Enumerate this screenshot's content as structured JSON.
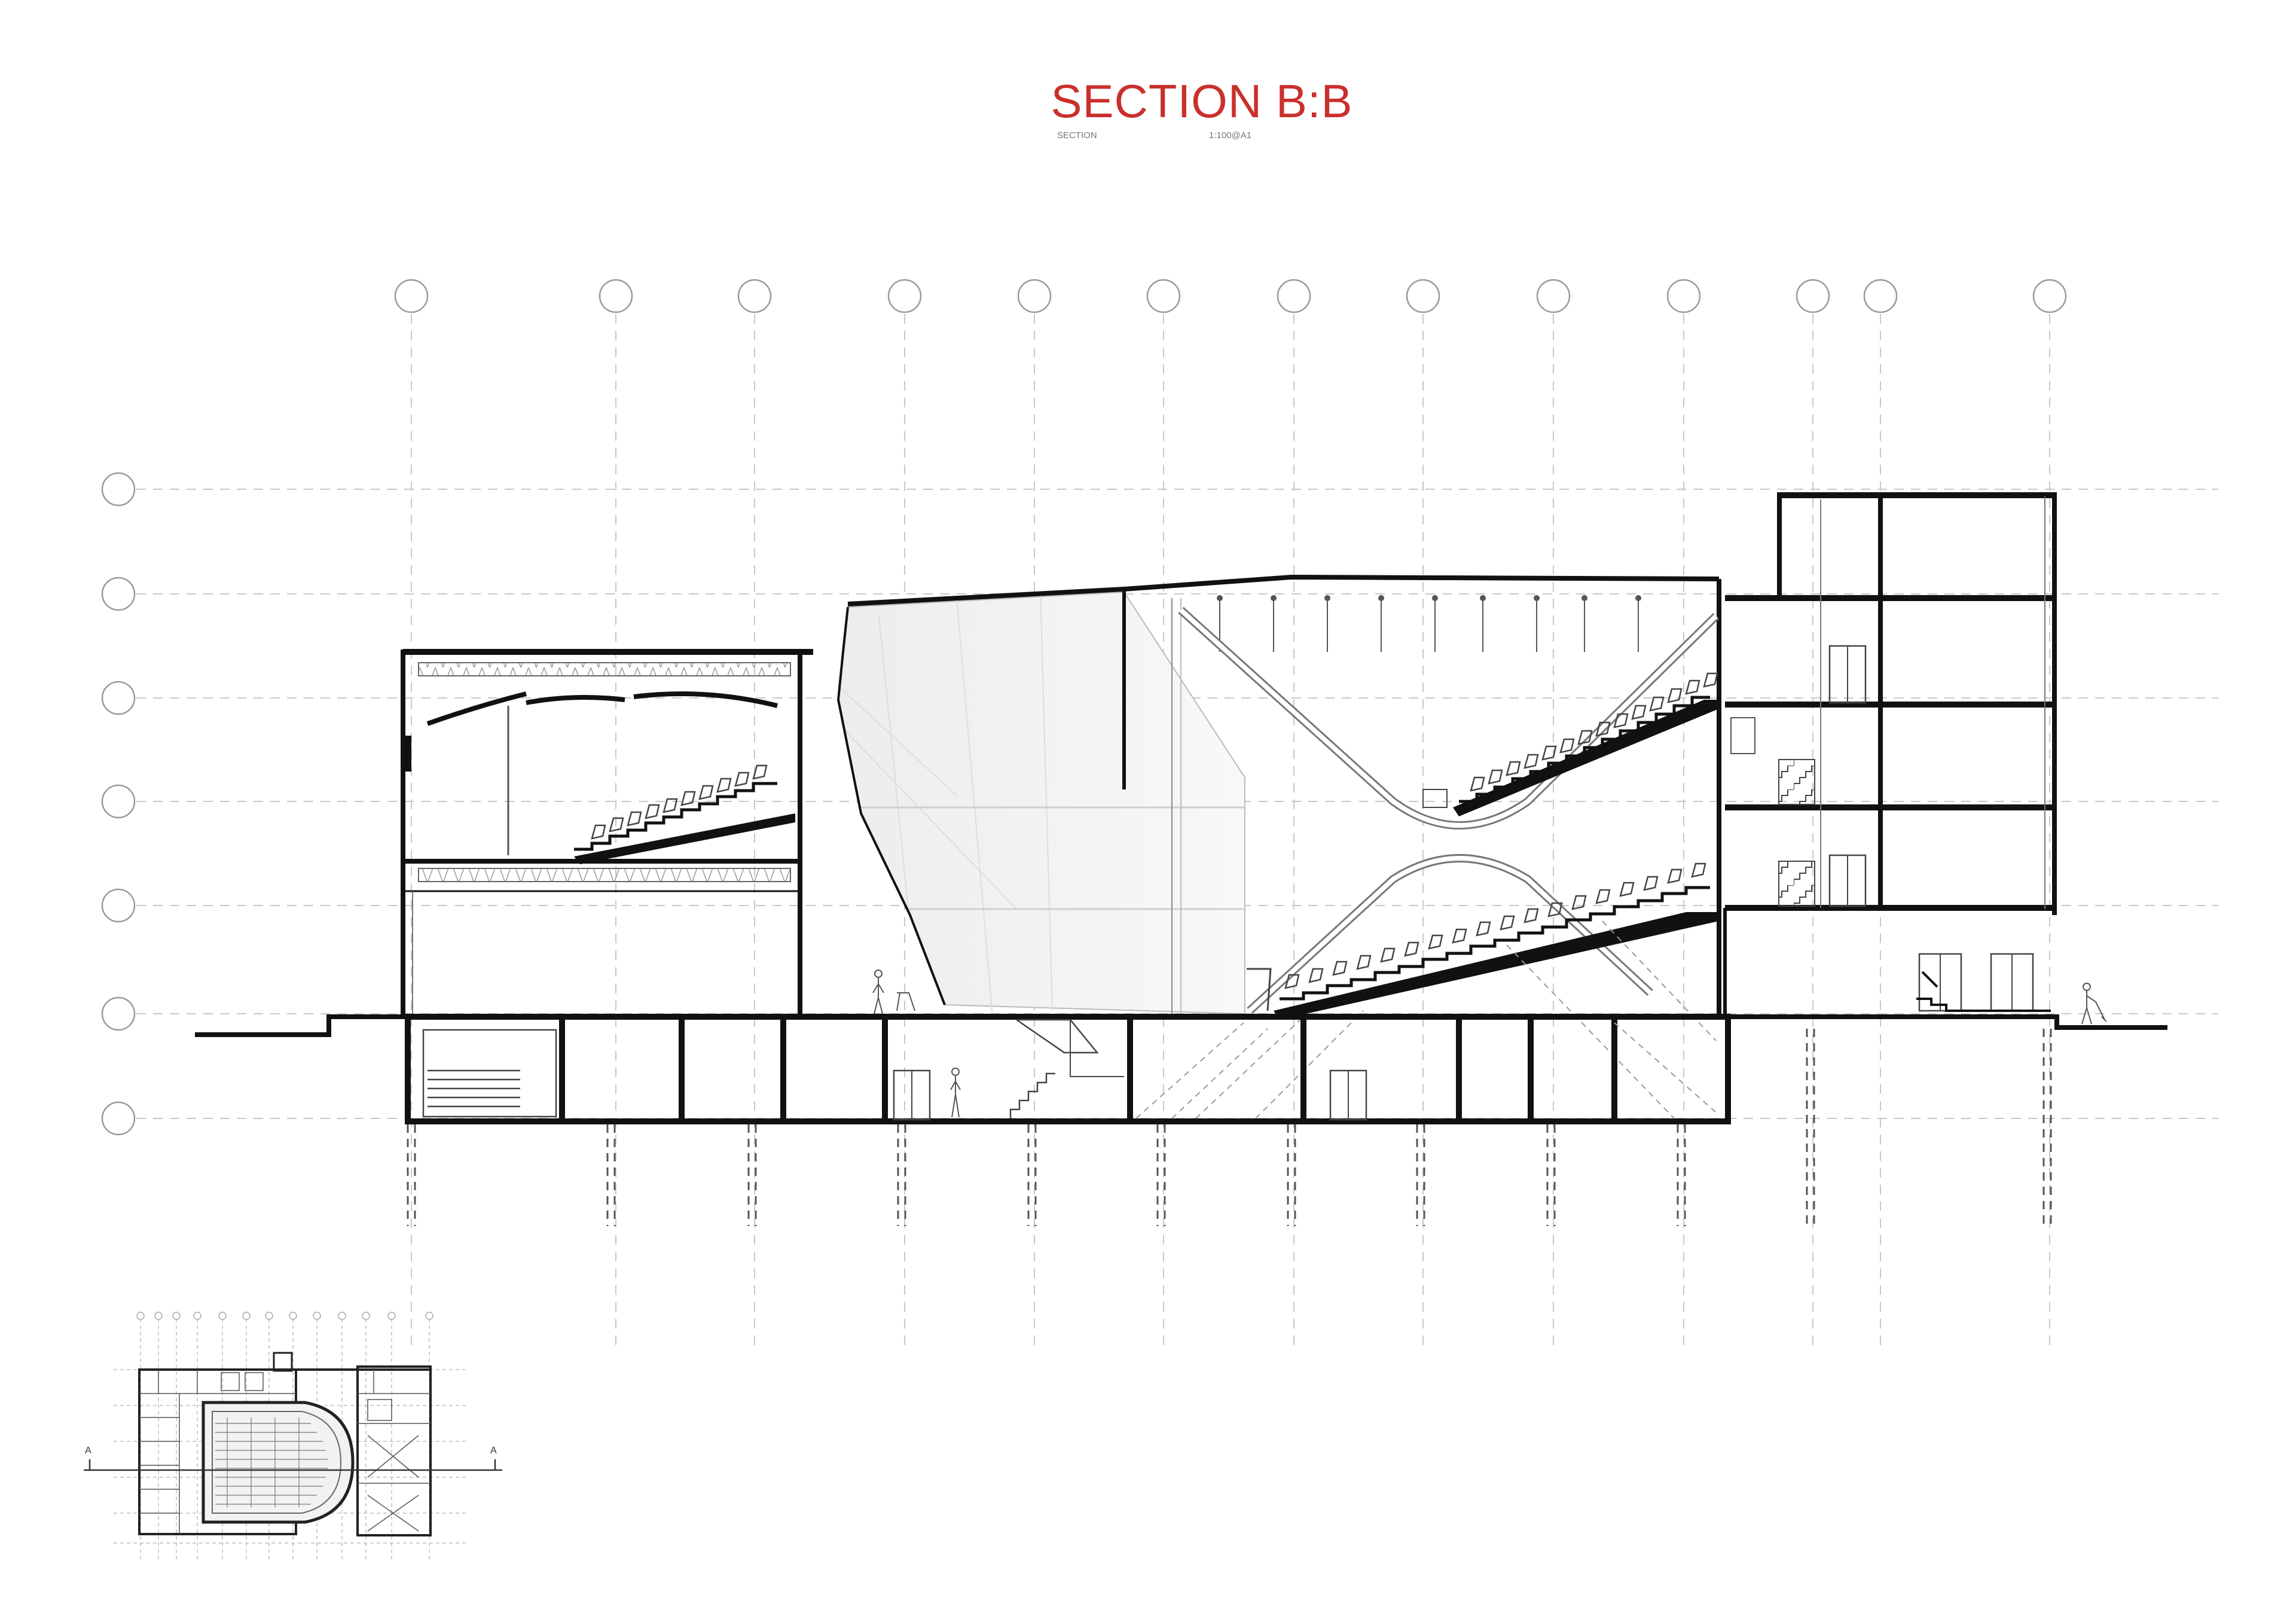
{
  "sheet": {
    "title": "SECTION B:B",
    "subtitle_left": "SECTION",
    "subtitle_right": "1:100@A1",
    "accent_color": "#c9302c"
  },
  "key_plan": {
    "cut_label_left": "A",
    "cut_label_right": "A",
    "cut_line_color": "#333333"
  }
}
